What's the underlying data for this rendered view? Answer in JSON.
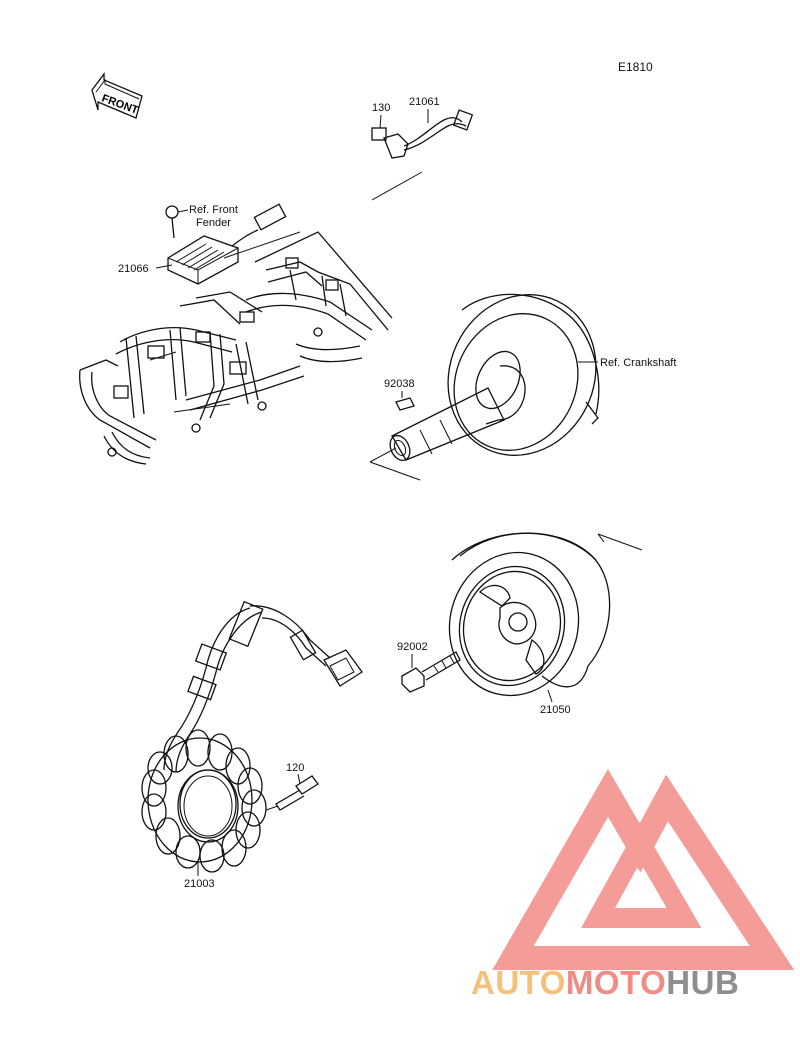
{
  "diagram_code": "E1810",
  "front_label": "FRONT",
  "parts": {
    "p130": "130",
    "p21061": "21061",
    "p21066": "21066",
    "ref_front_fender_1": "Ref. Front",
    "ref_front_fender_2": "Fender",
    "p92038": "92038",
    "ref_crankshaft": "Ref. Crankshaft",
    "p92002": "92002",
    "p21050": "21050",
    "p120": "120",
    "p21003": "21003"
  },
  "watermark": {
    "part1": "AUTO",
    "part2": "MOTO",
    "part3": "HUB",
    "color_light": "#f6c07a",
    "color_red": "#f08c86",
    "color_gray": "#8e8e8e"
  }
}
